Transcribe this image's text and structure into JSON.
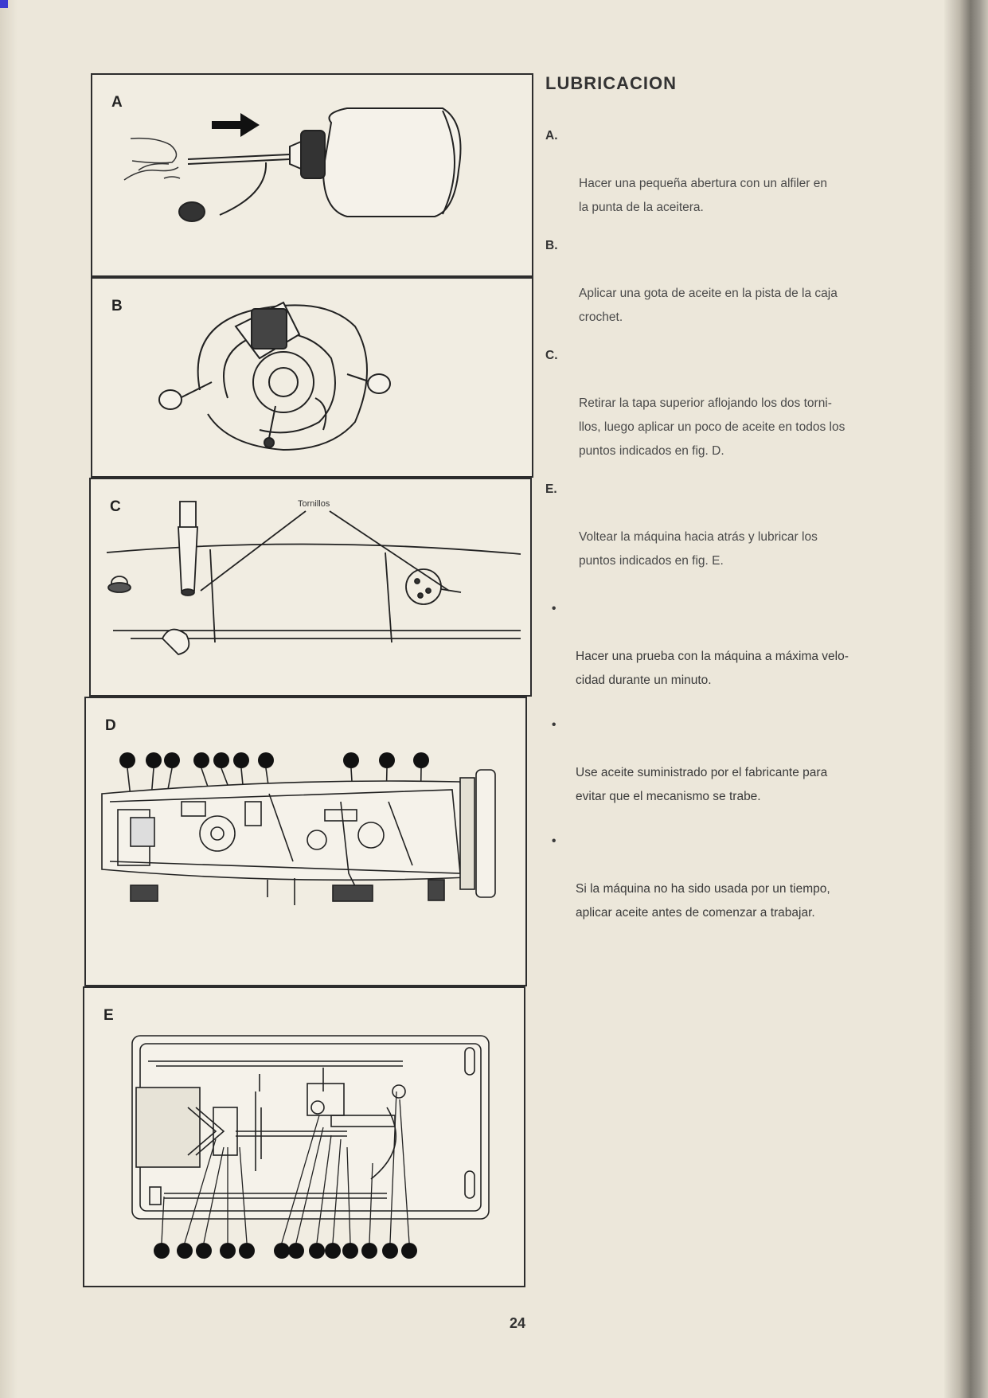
{
  "page": {
    "title": "LUBRICACION",
    "page_number": "24"
  },
  "figures": {
    "a": {
      "letter": "A"
    },
    "b": {
      "letter": "B"
    },
    "c": {
      "letter": "C",
      "callout": "Tornillos"
    },
    "d": {
      "letter": "D"
    },
    "e": {
      "letter": "E"
    }
  },
  "instructions": [
    {
      "label": "A.",
      "text": "Hacer una pequeña abertura con un alfiler en\nla punta de la aceitera."
    },
    {
      "label": "B.",
      "text": "Aplicar una gota de aceite en la pista de la caja\ncrochet."
    },
    {
      "label": "C.",
      "text": "Retirar la tapa superior aflojando los dos torni-\nllos, luego aplicar un poco de aceite en todos los\npuntos indicados en fig. D."
    },
    {
      "label": "E.",
      "text": "Voltear la máquina hacia atrás y lubricar los\npuntos indicados en fig. E."
    }
  ],
  "notes": [
    {
      "bullet": "•",
      "text": "Hacer una prueba con la máquina a máxima velo-\ncidad durante un minuto."
    },
    {
      "bullet": "•",
      "text": "Use aceite suministrado por el fabricante para\nevitar que el mecanismo se trabe."
    },
    {
      "bullet": "•",
      "text": "Si la máquina no ha sido usada por un tiempo,\naplicar aceite antes de comenzar a trabajar."
    }
  ],
  "icons": {
    "oil_can": "oil-can-icon",
    "arrow": "arrow-right-icon",
    "oil_point": "oil-point-dot-icon"
  }
}
